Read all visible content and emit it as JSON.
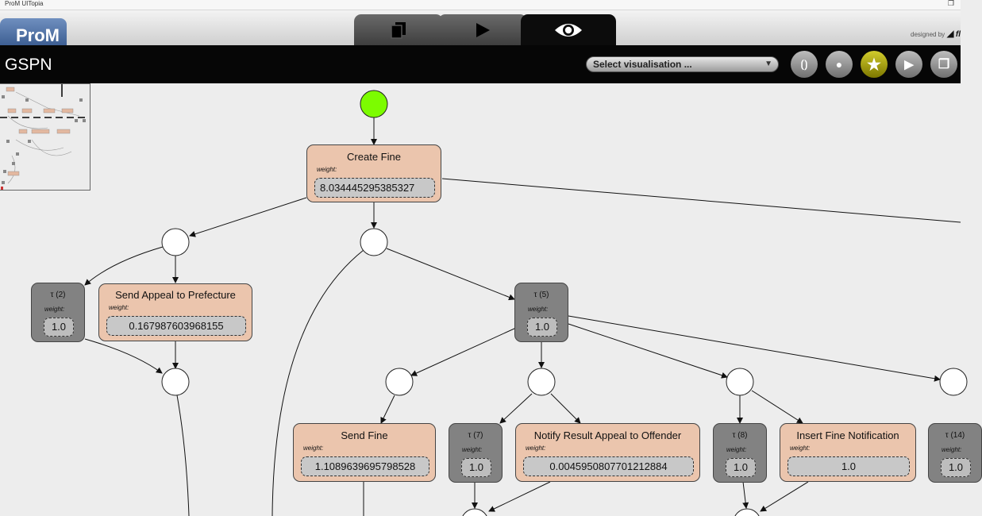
{
  "window": {
    "title": "ProM UITopia"
  },
  "brand": {
    "logo_text": "ProM",
    "designed_by": "designed by",
    "designed_brand": "fl"
  },
  "tabs": [
    {
      "name": "workspace",
      "icon": "copy-icon"
    },
    {
      "name": "actions",
      "icon": "play-icon"
    },
    {
      "name": "view",
      "icon": "eye-icon",
      "active": true
    }
  ],
  "toolbar": {
    "title": "GSPN",
    "select_label": "Select visualisation ...",
    "select_arrow": "▼",
    "buttons": [
      {
        "name": "refresh-button",
        "icon": "refresh-icon",
        "glyph": "⟮⟯"
      },
      {
        "name": "color-button",
        "icon": "drop-icon",
        "glyph": "●"
      },
      {
        "name": "favorite-button",
        "icon": "star-icon",
        "glyph": "★",
        "active": true
      },
      {
        "name": "play-button",
        "icon": "play-icon",
        "glyph": "▶"
      },
      {
        "name": "export-button",
        "icon": "copy-icon",
        "glyph": "❐"
      }
    ]
  },
  "colors": {
    "start_place": "#7cfc00",
    "transition": "#ebc5ad",
    "tau": "#828282",
    "active_button": "#b8b314"
  },
  "graph": {
    "weight_label": "weight:",
    "transitions": [
      {
        "id": "create-fine",
        "label": "Create Fine",
        "weight": "8.034445295385327"
      },
      {
        "id": "send-appeal",
        "label": "Send Appeal to Prefecture",
        "weight": "0.167987603968155"
      },
      {
        "id": "send-fine",
        "label": "Send Fine",
        "weight": "1.1089639695798528"
      },
      {
        "id": "notify-result",
        "label": "Notify Result Appeal to Offender",
        "weight": "0.0045950807701212884"
      },
      {
        "id": "insert-notification",
        "label": "Insert Fine Notification",
        "weight": "1.0"
      }
    ],
    "taus": [
      {
        "id": "tau2",
        "label": "τ (2)",
        "weight": "1.0"
      },
      {
        "id": "tau5",
        "label": "τ (5)",
        "weight": "1.0"
      },
      {
        "id": "tau7",
        "label": "τ (7)",
        "weight": "1.0"
      },
      {
        "id": "tau8",
        "label": "τ (8)",
        "weight": "1.0"
      },
      {
        "id": "tau14",
        "label": "τ (14)",
        "weight": "1.0"
      }
    ]
  }
}
